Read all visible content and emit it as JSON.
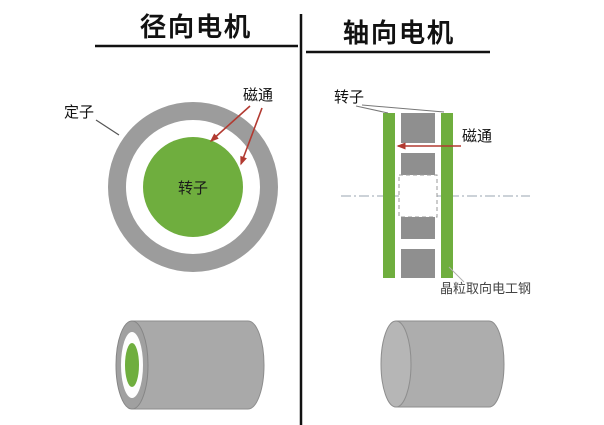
{
  "left_panel": {
    "title": "径向电机",
    "stator_label": "定子",
    "rotor_label": "转子",
    "flux_label": "磁通"
  },
  "right_panel": {
    "title": "轴向电机",
    "rotor_label": "转子",
    "flux_label": "磁通",
    "steel_label": "晶粒取向电工钢"
  },
  "colors": {
    "rotor_green": "#6fae3e",
    "stator_gray": "#9c9c9c",
    "block_gray": "#8f8f8f",
    "cylinder_gray": "#a9a9a9",
    "cylinder_gray_light": "#b6b6b6",
    "flux_red": "#b23a31",
    "divider_black": "#111111",
    "centerline_gray": "#9aa4b0"
  }
}
